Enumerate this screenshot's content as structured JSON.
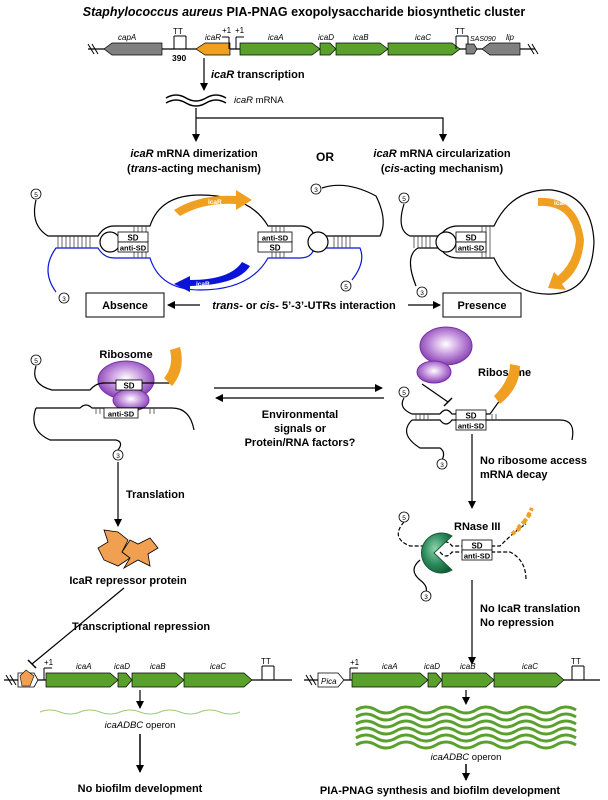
{
  "title_italic": "Staphylococcus aureus",
  "title_rest": " PIA-PNAG exopolysaccharide biosynthetic cluster",
  "genes": {
    "capA": "capA",
    "icaR": "icaR",
    "icaA": "icaA",
    "icaD": "icaD",
    "icaB": "icaB",
    "icaC": "icaC",
    "sas090": "SAS090",
    "lip": "lip"
  },
  "markers": {
    "tt": "TT",
    "plus1": "+1",
    "bp390": "390",
    "pica": "Pica"
  },
  "transcription": {
    "gene": "icaR",
    "rest": " transcription"
  },
  "mrna": {
    "gene": "icaR",
    "rest": " mRNA"
  },
  "dimer": {
    "line1_gene": "icaR",
    "line1_rest": " mRNA dimerization",
    "line2_pre": "(",
    "line2_it": "trans",
    "line2_post": "-acting mechanism)"
  },
  "or_label": "OR",
  "circ": {
    "line1_gene": "icaR",
    "line1_rest": " mRNA circularization",
    "line2_pre": "(",
    "line2_it": "cis",
    "line2_post": "-acting mechanism)"
  },
  "labels": {
    "sd": "SD",
    "anti_sd": "anti-SD",
    "five": "5",
    "three": "3",
    "icar_small": "icaR",
    "ribosome": "Ribosome",
    "rnase": "RNase III"
  },
  "interaction": {
    "absence": "Absence",
    "middle_trans": "trans",
    "middle_or": "- or ",
    "middle_cis": "cis",
    "middle_rest": "- 5’-3’-UTRs interaction",
    "presence": "Presence"
  },
  "env": {
    "line1": "Environmental",
    "line2": "signals or",
    "line3": "Protein/RNA factors?"
  },
  "left": {
    "translation": "Translation",
    "repressor": "IcaR repressor protein",
    "repression": "Transcriptional repression",
    "operon_gene": "icaADBC",
    "operon_rest": " operon",
    "outcome": "No biofilm development"
  },
  "right": {
    "no_access_1": "No ribosome access",
    "no_access_2": "mRNA decay",
    "no_trans_1": "No IcaR translation",
    "no_trans_2": "No repression",
    "operon_gene": "icaADBC",
    "operon_rest": " operon",
    "outcome": "PIA-PNAG synthesis and biofilm development"
  },
  "colors": {
    "green": "#5aa02c",
    "orange": "#f0a020",
    "blue": "#0a14d8",
    "purple": "#8a3fb0",
    "rnase": "#1f7a4d",
    "gray": "#808080",
    "repressor": "#f0a050"
  }
}
